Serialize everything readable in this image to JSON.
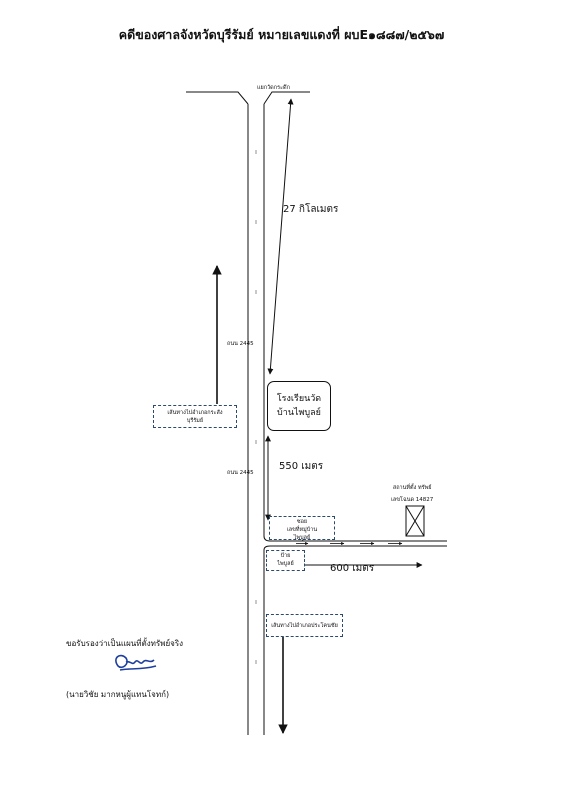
{
  "header": {
    "title": "คดีของศาลจังหวัดบุรีรัมย์ หมายเลขแดงที่ ผบE๑๘๘๗/๒๕๖๗"
  },
  "map": {
    "top_junction_label": "แยกวัดกระดึก",
    "distance_north": "27 กิโลเมตร",
    "road_label_upper": "ถนน 2445",
    "road_label_lower": "ถนน 2445",
    "direction_box_left": {
      "line1": "เส้นทางไปอำเภอกระสัง",
      "line2": "บุรีรัมย์"
    },
    "school": {
      "line1": "โรงเรียนวัด",
      "line2": "บ้านไพบูลย์"
    },
    "distance_school": "550 เมตร",
    "junction_box": {
      "line1": "ซอย",
      "line2": "เลขที่หมู่บ้าน",
      "line3": "ไพบูลย์"
    },
    "sign_box": {
      "line1": "ป้าย",
      "line2": "ไพบูลย์"
    },
    "distance_east": "600 เมตร",
    "property_label": {
      "line1": "สถานที่ตั้ง ทรัพย์",
      "line2": "เลขโฉนด 14827"
    },
    "direction_box_bottom": "เส้นทางไปอำเภอประโคนชัย"
  },
  "footer": {
    "certification": "ขอรับรองว่าเป็นแผนที่ตั้งทรัพย์จริง",
    "signer": "(นายวิชัย มากหนูผู้แทนโจทก์)"
  },
  "colors": {
    "ink": "#111111",
    "dashed_box_border": "#2c4a6e",
    "signature": "#1f3f9e"
  },
  "icons": [
    "north-arrow-icon",
    "south-arrow-icon",
    "property-marker-icon",
    "signature-icon"
  ]
}
